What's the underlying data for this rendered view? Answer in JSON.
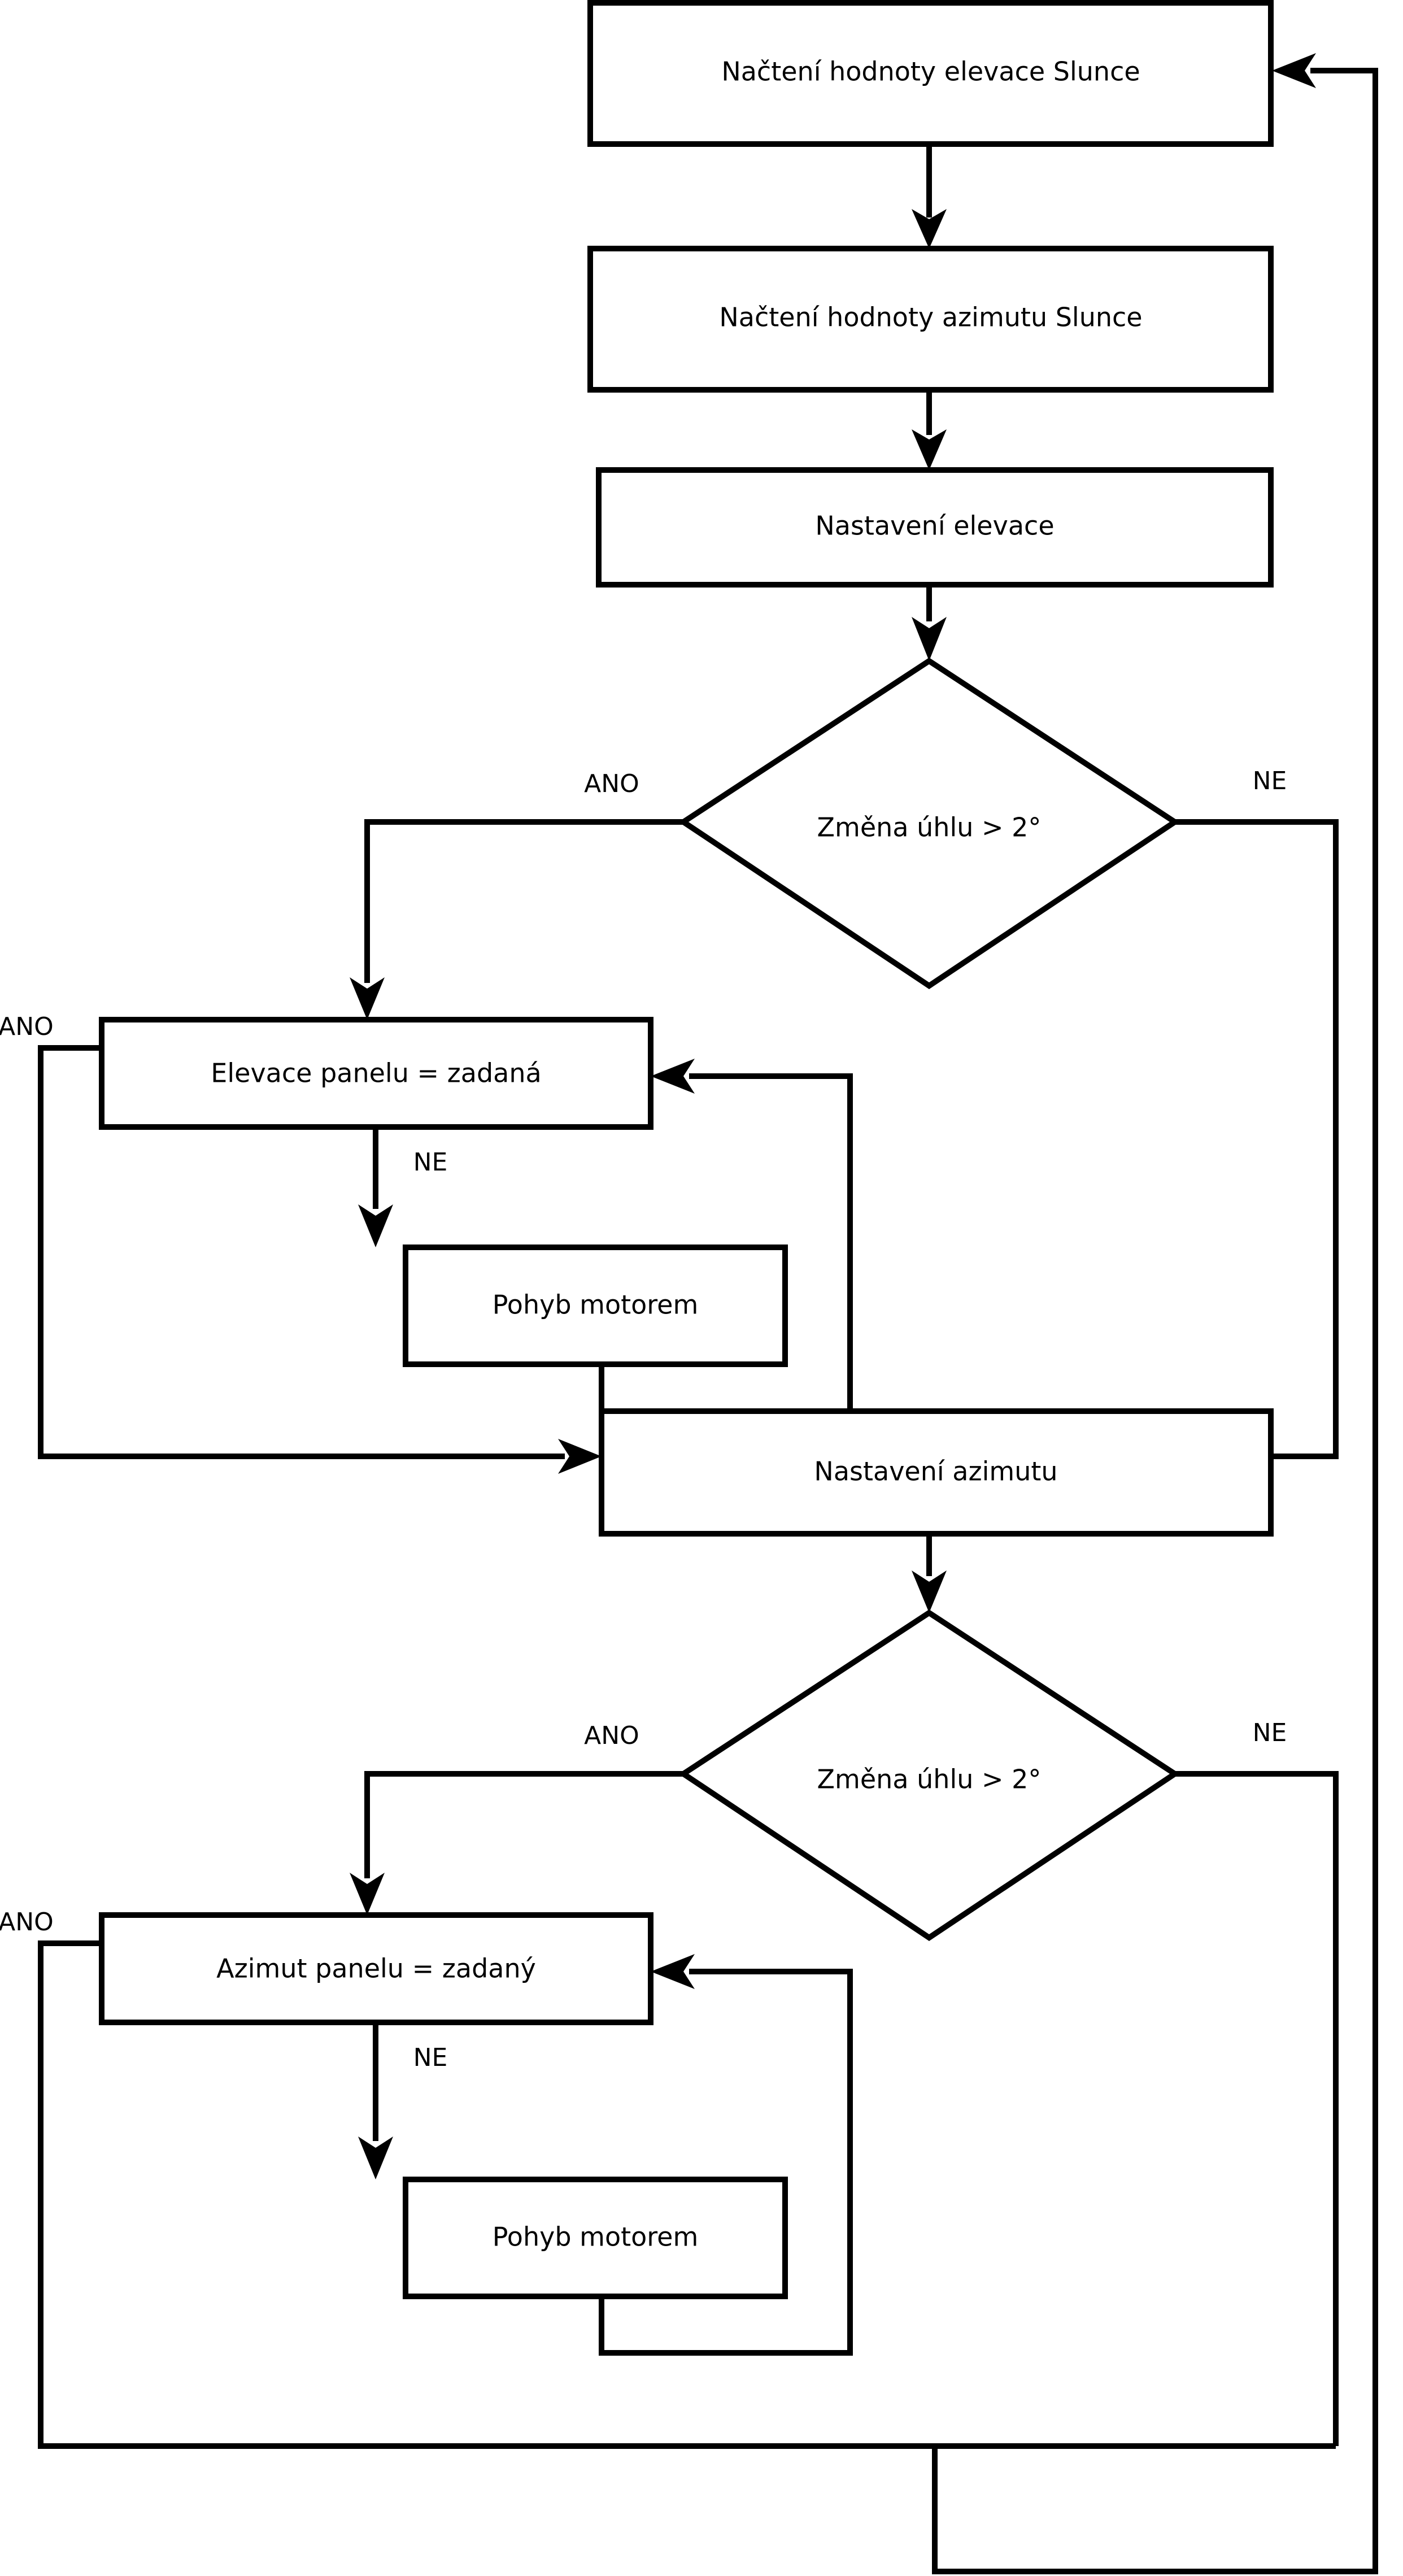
{
  "diagram": {
    "type": "flowchart",
    "language": "cs",
    "title": "Solar tracker control flowchart",
    "background_color": "#ffffff",
    "line_color": "#000000",
    "node_fill": "#ffffff"
  },
  "nodes": [
    {
      "id": "read_elevation",
      "shape": "process",
      "label": "Načtení hodnoty elevace Slunce"
    },
    {
      "id": "read_azimuth",
      "shape": "process",
      "label": "Načtení hodnoty azimutu Slunce"
    },
    {
      "id": "set_elevation",
      "shape": "process",
      "label": "Nastavení elevace"
    },
    {
      "id": "decide_elevation",
      "shape": "decision",
      "label": "Změna úhlu > 2°"
    },
    {
      "id": "panel_elevation_set",
      "shape": "process",
      "label": "Elevace panelu = zadaná"
    },
    {
      "id": "motor_move_elevation",
      "shape": "process",
      "label": "Pohyb motorem"
    },
    {
      "id": "set_azimuth",
      "shape": "process",
      "label": "Nastavení azimutu"
    },
    {
      "id": "decide_azimuth",
      "shape": "decision",
      "label": "Změna úhlu > 2°"
    },
    {
      "id": "panel_azimuth_set",
      "shape": "process",
      "label": "Azimut panelu = zadaný"
    },
    {
      "id": "motor_move_azimuth",
      "shape": "process",
      "label": "Pohyb motorem"
    }
  ],
  "edge_labels": {
    "yes": "ANO",
    "no": "NE"
  },
  "edges": [
    {
      "from": "read_elevation",
      "to": "read_azimuth",
      "label": ""
    },
    {
      "from": "read_azimuth",
      "to": "set_elevation",
      "label": ""
    },
    {
      "from": "set_elevation",
      "to": "decide_elevation",
      "label": ""
    },
    {
      "from": "decide_elevation",
      "to": "panel_elevation_set",
      "label": "ANO"
    },
    {
      "from": "decide_elevation",
      "to": "set_azimuth",
      "label": "NE"
    },
    {
      "from": "panel_elevation_set",
      "to": "set_azimuth",
      "label": "ANO"
    },
    {
      "from": "panel_elevation_set",
      "to": "motor_move_elevation",
      "label": "NE"
    },
    {
      "from": "motor_move_elevation",
      "to": "panel_elevation_set",
      "label": ""
    },
    {
      "from": "set_azimuth",
      "to": "decide_azimuth",
      "label": ""
    },
    {
      "from": "decide_azimuth",
      "to": "panel_azimuth_set",
      "label": "ANO"
    },
    {
      "from": "decide_azimuth",
      "to": "read_elevation",
      "label": "NE"
    },
    {
      "from": "panel_azimuth_set",
      "to": "read_elevation",
      "label": "ANO"
    },
    {
      "from": "panel_azimuth_set",
      "to": "motor_move_azimuth",
      "label": "NE"
    },
    {
      "from": "motor_move_azimuth",
      "to": "panel_azimuth_set",
      "label": ""
    }
  ],
  "labels": {
    "n1_read_elevation": "Načtení hodnoty elevace Slunce",
    "n2_read_azimuth": "Načtení hodnoty azimutu Slunce",
    "n3_set_elevation": "Nastavení elevace",
    "n4_decide_elevation": "Změna úhlu > 2°",
    "n5_panel_elevation": "Elevace panelu = zadaná",
    "n6_motor_elevation": "Pohyb motorem",
    "n7_set_azimuth": "Nastavení azimutu",
    "n8_decide_azimuth": "Změna úhlu > 2°",
    "n9_panel_azimuth": "Azimut panelu = zadaný",
    "n10_motor_azimuth": "Pohyb motorem",
    "e1_ano_elev_diamond": "ANO",
    "e2_ne_elev_diamond": "NE",
    "e3_ano_panel_elev": "ANO",
    "e4_ne_panel_elev": "NE",
    "e5_ano_azim_diamond": "ANO",
    "e6_ne_azim_diamond": "NE",
    "e7_ano_panel_azim": "ANO",
    "e8_ne_panel_azim": "NE"
  }
}
